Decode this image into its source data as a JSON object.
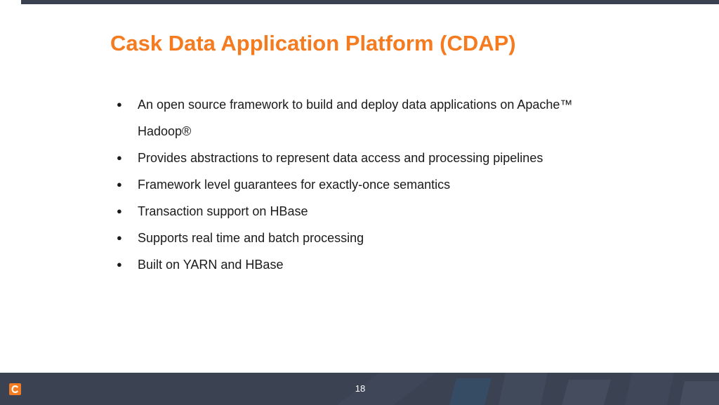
{
  "slide": {
    "title": "Cask Data Application Platform (CDAP)",
    "bullet_marker": "●",
    "bullets": [
      "An open source framework to build and deploy data applications on Apache™ Hadoop®",
      "Provides abstractions to represent data access and processing pipelines",
      "Framework level guarantees for exactly-once semantics",
      "Transaction support on HBase",
      "Supports real time and batch processing",
      "Built on YARN and HBase"
    ]
  },
  "footer": {
    "page_number": "18",
    "logo_icon": "cask-logo-icon",
    "accent_color": "#f57b20",
    "bar_color": "#3b4252"
  }
}
